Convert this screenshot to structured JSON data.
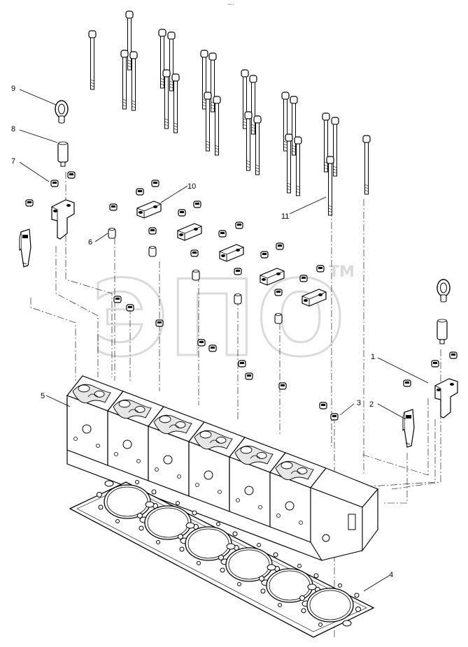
{
  "header_mark": "~··",
  "watermark": {
    "text": "ЭПО",
    "tm": "TM",
    "color": "#cfcfcf"
  },
  "callouts": [
    "1",
    "2",
    "3",
    "4",
    "5",
    "6",
    "7",
    "8",
    "9",
    "10",
    "11"
  ],
  "colors": {
    "line": "#000000",
    "part_fill": "#ffffff",
    "shade": "#d9d9d9"
  }
}
